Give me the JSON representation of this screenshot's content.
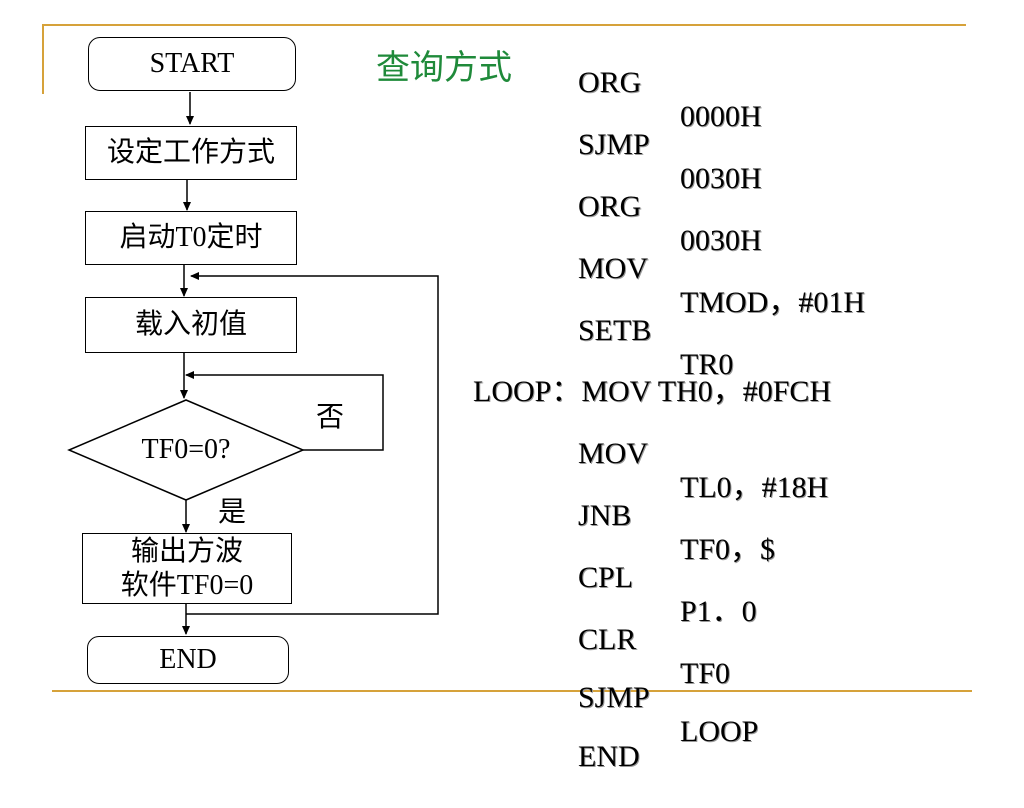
{
  "title": "查询方式",
  "flowchart": {
    "start": "START",
    "set_mode": "设定工作方式",
    "start_timer": "启动T0定时",
    "load_initial": "载入初值",
    "decision": "TF0=0?",
    "no_label": "否",
    "yes_label": "是",
    "output_line1": "输出方波",
    "output_line2": "软件TF0=0",
    "end": "END"
  },
  "code": {
    "lines": [
      {
        "op": "ORG",
        "arg": "0000H"
      },
      {
        "op": "SJMP",
        "arg": "0030H"
      },
      {
        "op": "ORG",
        "arg": "0030H"
      },
      {
        "op": "MOV",
        "arg": "TMOD，#01H"
      },
      {
        "op": "SETB",
        "arg": "TR0"
      },
      {
        "full": "LOOP：MOV TH0，#0FCH"
      },
      {
        "op": "MOV",
        "arg": "TL0，#18H"
      },
      {
        "op": "JNB",
        "arg": "TF0，$"
      },
      {
        "op": "CPL",
        "arg": "P1．0"
      },
      {
        "op": "CLR",
        "arg": "TF0"
      },
      {
        "op": "SJMP",
        "arg": "LOOP"
      },
      {
        "op": "END",
        "arg": ""
      }
    ]
  },
  "colors": {
    "accent_rule": "#d6a23a",
    "title_green": "#1f8a3a"
  }
}
